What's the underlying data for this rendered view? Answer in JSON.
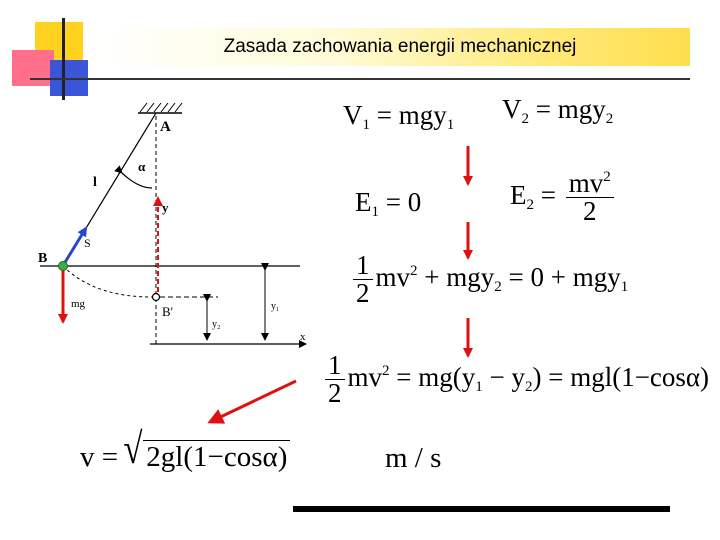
{
  "title": "Zasada zachowania energii mechanicznej",
  "diagram": {
    "label_A": "A",
    "label_alpha": "α",
    "label_l": "l",
    "label_y_axis": "y",
    "label_B": "B",
    "label_S": "S",
    "label_mg": "mg",
    "label_Bprime": "B'",
    "label_y1": "y₁",
    "label_y2": "y₂",
    "label_x": "x"
  },
  "equations": {
    "v1_lhs": "V",
    "v1_sub": "1",
    "v1_rhs": " = mgy",
    "v1_rsub": "1",
    "v2_lhs": "V",
    "v2_sub": "2",
    "v2_rhs": " = mgy",
    "v2_rsub": "2",
    "e1_lhs": "E",
    "e1_sub": "1",
    "e1_rhs": " = 0",
    "e2_lhs": "E",
    "e2_sub": "2",
    "e2_eq": " = ",
    "e2_num": "mv",
    "e2_num_sup": "2",
    "e2_den": "2",
    "line3_num": "1",
    "line3_den": "2",
    "line3_a": "mv",
    "line3_a_sup": "2",
    "line3_b": " + mgy",
    "line3_b_sub": "2",
    "line3_c": " = 0 + mgy",
    "line3_c_sub": "1",
    "line4_num": "1",
    "line4_den": "2",
    "line4_a": "mv",
    "line4_a_sup": "2",
    "line4_b": " = mg(y",
    "line4_b_sub": "1",
    "line4_c": " − y",
    "line4_c_sub": "2",
    "line4_d": ") = mgl(1−cosα)",
    "final_lhs": "v = ",
    "final_radicand": "2gl(1−cosα)",
    "final_unit": "m / s"
  },
  "colors": {
    "arrow_red": "#e01010",
    "deco_yellow": "#ffd21f",
    "deco_pink": "#ff6f8a",
    "deco_blue": "#3a55d8",
    "velocity_blue": "#2848c8",
    "point_green": "#3cb043"
  }
}
